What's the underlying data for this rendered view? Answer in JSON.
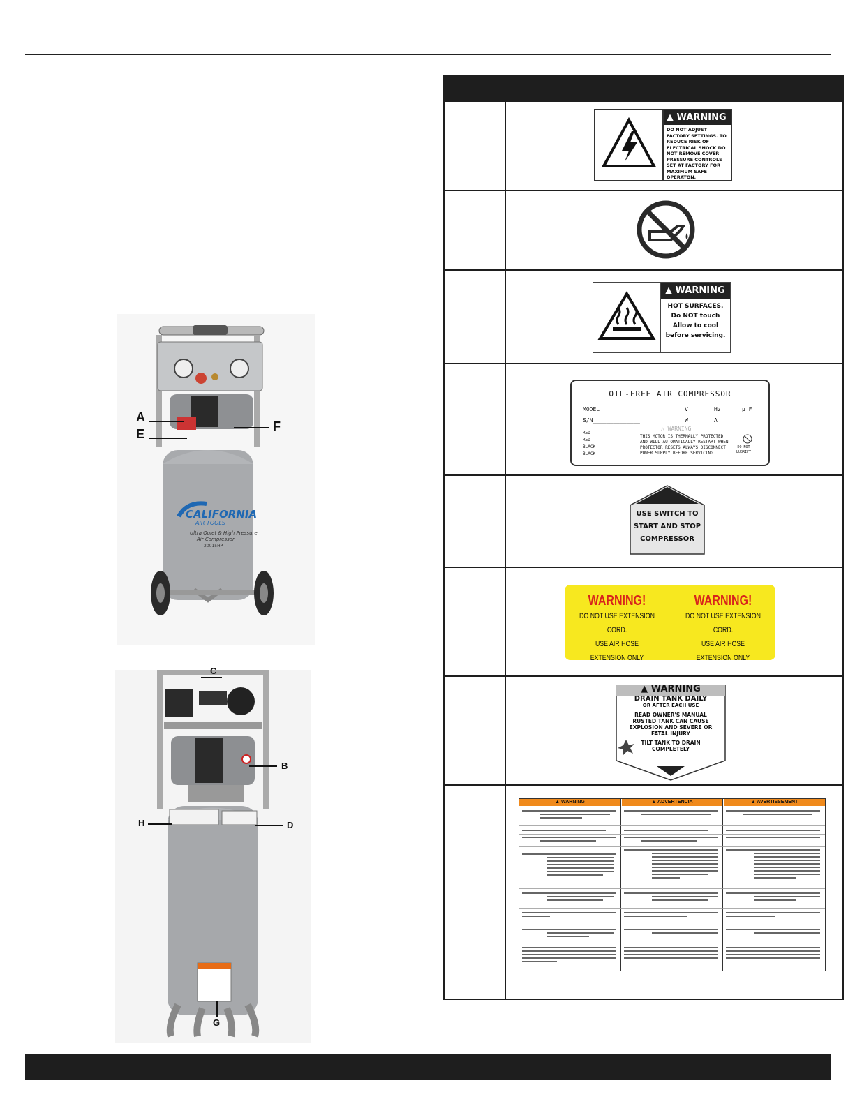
{
  "photo1": {
    "brand": "CALIFORNIA AIR TOOLS",
    "product_line1": "Ultra Quiet & High Pressure",
    "product_line2": "Air Compressor",
    "model": "20015HP",
    "callouts": [
      "A",
      "E",
      "F"
    ]
  },
  "photo2": {
    "callouts": [
      "C",
      "B",
      "H",
      "D",
      "G"
    ]
  },
  "decals": {
    "pressure": {
      "heading": "WARNING",
      "text": "DO NOT ADJUST FACTORY SETTINGS. TO REDUCE RISK OF ELECTRICAL SHOCK DO NOT REMOVE COVER PRESSURE CONTROLS SET AT FACTORY FOR MAXIMUM SAFE OPERATON."
    },
    "hot": {
      "heading": "WARNING",
      "lines": [
        "HOT SURFACES.",
        "Do NOT touch",
        "Allow to cool",
        "before servicing."
      ]
    },
    "nameplate": {
      "title": "OIL-FREE AIR COMPRESSOR",
      "model": "MODEL",
      "sn": "S/N",
      "v": "V",
      "hz": "Hz",
      "uf": "μ F",
      "w": "W",
      "a": "A",
      "wires": [
        "RED",
        "RED",
        "BLACK",
        "BLACK"
      ],
      "warn": "WARNING",
      "motor_text": "THIS MOTOR IS THERMALLY PROTECTED AND WILL AUTOMATICALLY RESTART WHEN PROTECTOR RESETS ALWAYS DISCONNECT POWER SUPPLY BEFORE SERVICING",
      "lubricate_line1": "DO NOT",
      "lubricate_line2": "LUBRIFY"
    },
    "switch": {
      "lines": [
        "USE SWITCH TO",
        "START AND STOP",
        "COMPRESSOR"
      ]
    },
    "extension": {
      "heading": "WARNING!",
      "lines": [
        "DO NOT USE EXTENSION CORD.",
        "USE AIR HOSE",
        "EXTENSION ONLY"
      ]
    },
    "drain": {
      "heading": "WARNING",
      "line1": "DRAIN TANK DAILY",
      "line2": "OR AFTER EACH USE",
      "line3": "READ OWNER'S MANUAL",
      "line4": "RUSTED TANK CAN CAUSE",
      "line5": "EXPLOSION AND SEVERE OR",
      "line6": "FATAL INJURY",
      "line7": "TILT TANK TO DRAIN",
      "line8": "COMPLETELY"
    },
    "multi": {
      "columns": [
        "WARNING",
        "ADVERTENCIA",
        "AVERTISSEMENT"
      ]
    }
  },
  "colors": {
    "header": "#1e1e1e",
    "warning_yellow": "#f7e81f",
    "warning_red": "#d8241c",
    "orange": "#f08a1c"
  }
}
